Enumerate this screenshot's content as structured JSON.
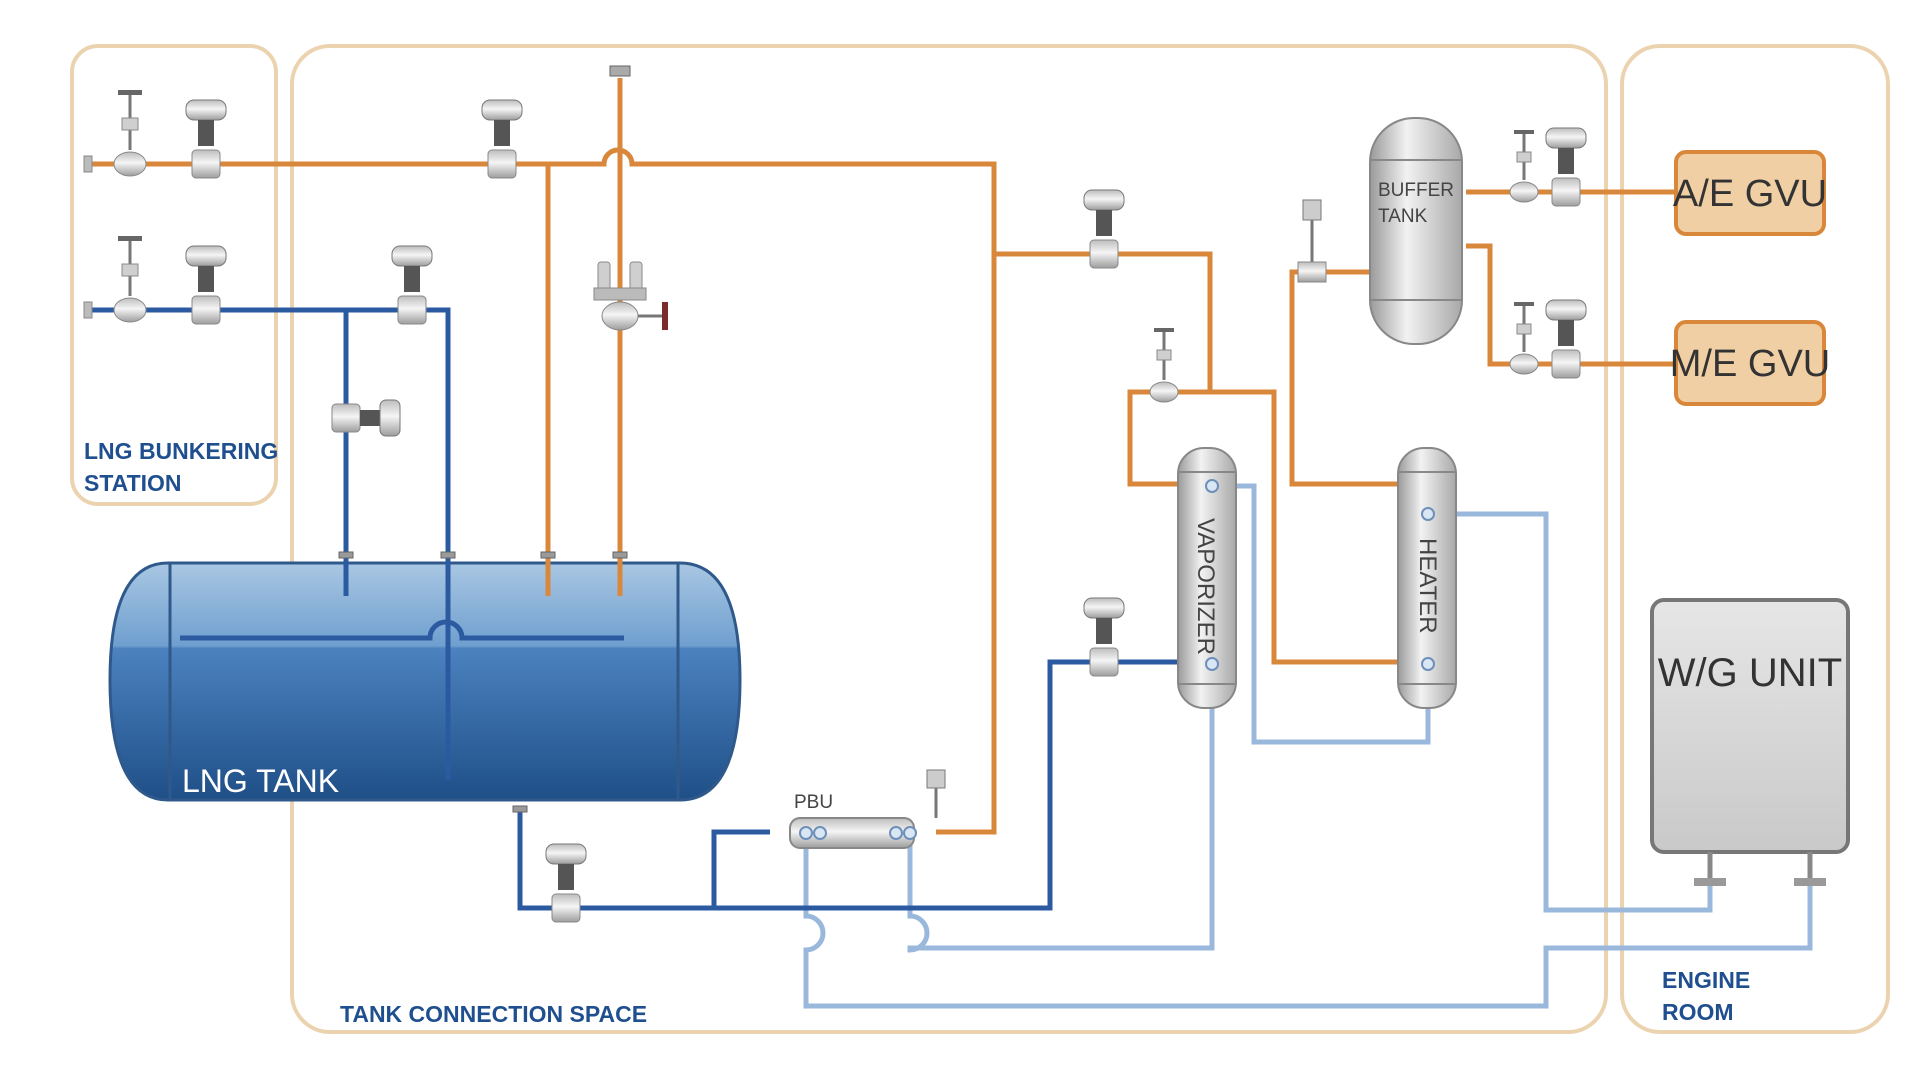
{
  "zones": {
    "bunkering": "LNG BUNKERING STATION",
    "bunkering_line1": "LNG BUNKERING",
    "bunkering_line2": "STATION",
    "tank_connection": "TANK CONNECTION SPACE",
    "engine_room_line1": "ENGINE",
    "engine_room_line2": "ROOM"
  },
  "equipment": {
    "lng_tank": "LNG TANK",
    "buffer_tank_line1": "BUFFER",
    "buffer_tank_line2": "TANK",
    "vaporizer": "VAPORIZER",
    "heater": "HEATER",
    "pbu": "PBU",
    "ae_gvu": "A/E GVU",
    "me_gvu": "M/E GVU",
    "wg_unit": "W/G UNIT"
  },
  "colors": {
    "zone_border": "#ecd3b0",
    "zone_label": "#1f4f8f",
    "gas_line": "#d9873a",
    "liquid_line": "#2c5aa0",
    "water_glycol_line": "#9ab8dc",
    "gvu_fill": "#f0cfa4",
    "gvu_border": "#d9873a",
    "tank_blue": "#2f6aa6",
    "equipment_grey": "#d8d8d8"
  }
}
